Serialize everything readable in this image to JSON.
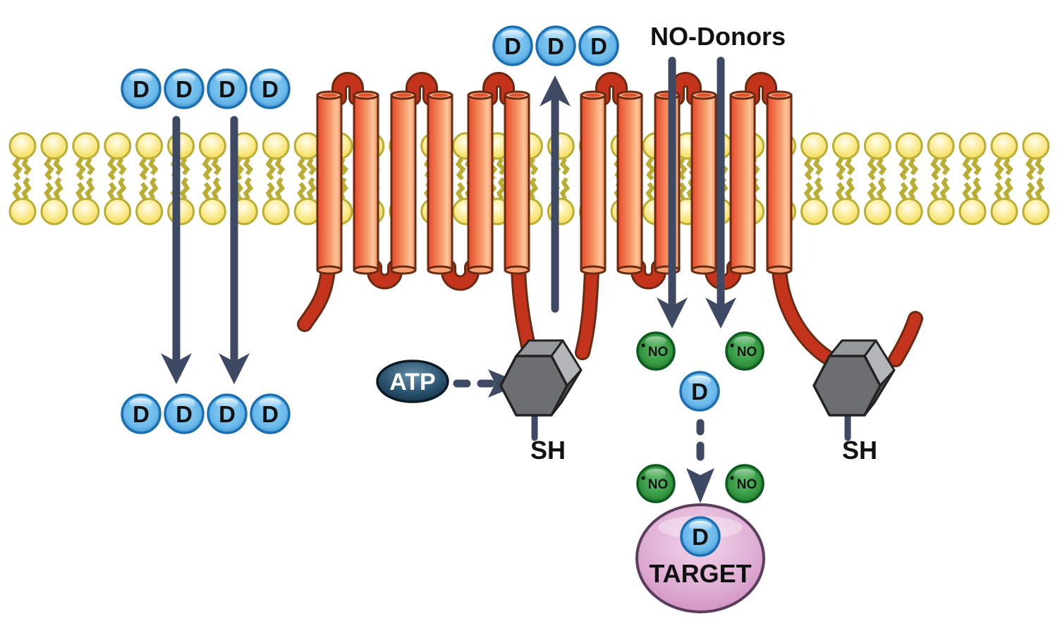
{
  "title": "Membrane transporter, drug efflux and NO-donor signaling diagram",
  "labels": {
    "no_donors": "NO-Donors",
    "atp": "ATP",
    "sh_left": "SH",
    "sh_right": "SH",
    "target": "TARGET",
    "drug": "D",
    "nitric_oxide": "NO",
    "radical_dot": "•"
  },
  "groups": {
    "extracellular_drugs_left": {
      "count": 4,
      "label": "D"
    },
    "intracellular_drugs_left": {
      "count": 4,
      "label": "D"
    },
    "effluxed_drugs": {
      "count": 3,
      "label": "D"
    },
    "released_drug": {
      "count": 1,
      "label": "D"
    },
    "target_bound_drug": {
      "count": 1,
      "label": "D"
    },
    "nitric_oxide_radicals": {
      "count": 4,
      "label": "NO"
    }
  },
  "membrane": {
    "lipid_heads_per_leaflet": 33,
    "transmembrane_helices": 12
  },
  "arrows": [
    {
      "id": "passive-diffusion-1",
      "direction": "down",
      "style": "solid"
    },
    {
      "id": "passive-diffusion-2",
      "direction": "down",
      "style": "solid"
    },
    {
      "id": "efflux",
      "direction": "up",
      "style": "solid"
    },
    {
      "id": "no-donor-1",
      "direction": "down",
      "style": "solid"
    },
    {
      "id": "no-donor-2",
      "direction": "down",
      "style": "solid"
    },
    {
      "id": "atp-to-nbd",
      "direction": "right",
      "style": "dashed"
    },
    {
      "id": "drug-to-target",
      "direction": "down",
      "style": "dashed"
    }
  ],
  "colors": {
    "drug_fill": "#6ab9ea",
    "drug_stroke": "#1b6fb0",
    "no_fill": "#2e8b3e",
    "no_stroke": "#0d5a1f",
    "helix_fill": "#f08050",
    "helix_stroke": "#6b2a12",
    "loop_fill": "#c4341c",
    "lipid_fill": "#f7e27a",
    "lipid_stroke": "#b9ad33",
    "arrow": "#3e4a64",
    "nbd_fill": "#6d6e71",
    "target_fill": "#dba7cf",
    "target_stroke": "#5a3d5c",
    "atp_fill": "#1f4158"
  }
}
